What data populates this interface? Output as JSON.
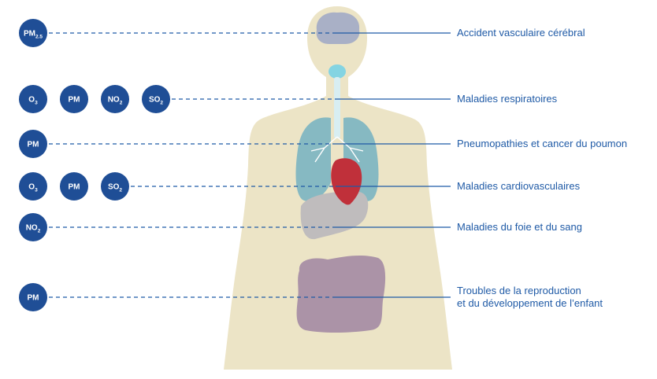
{
  "colors": {
    "pollutant_badge": "#1f4e96",
    "line": "#1f5aa6",
    "body": "#ece4c6",
    "brain": "#a9b0c6",
    "lungs": "#86b9c2",
    "heart": "#c0303a",
    "liver": "#bfbcbd",
    "intestine": "#ab93a7",
    "throat": "#84d4e2"
  },
  "rows": [
    {
      "pollutants": [
        {
          "main": "PM",
          "sub": "2.5"
        }
      ],
      "disease_lines": [
        "Accident vasculaire cérébral"
      ]
    },
    {
      "pollutants": [
        {
          "main": "O",
          "sub": "3"
        },
        {
          "main": "PM",
          "sub": ""
        },
        {
          "main": "NO",
          "sub": "2"
        },
        {
          "main": "SO",
          "sub": "2"
        }
      ],
      "disease_lines": [
        "Maladies respiratoires"
      ]
    },
    {
      "pollutants": [
        {
          "main": "PM",
          "sub": ""
        }
      ],
      "disease_lines": [
        "Pneumopathies et cancer du poumon"
      ]
    },
    {
      "pollutants": [
        {
          "main": "O",
          "sub": "3"
        },
        {
          "main": "PM",
          "sub": ""
        },
        {
          "main": "SO",
          "sub": "2"
        }
      ],
      "disease_lines": [
        "Maladies cardiovasculaires"
      ]
    },
    {
      "pollutants": [
        {
          "main": "NO",
          "sub": "2"
        }
      ],
      "disease_lines": [
        "Maladies du foie et du sang"
      ]
    },
    {
      "pollutants": [
        {
          "main": "PM",
          "sub": ""
        }
      ],
      "disease_lines": [
        "Troubles de la reproduction",
        "et du développement de l’enfant"
      ]
    }
  ]
}
